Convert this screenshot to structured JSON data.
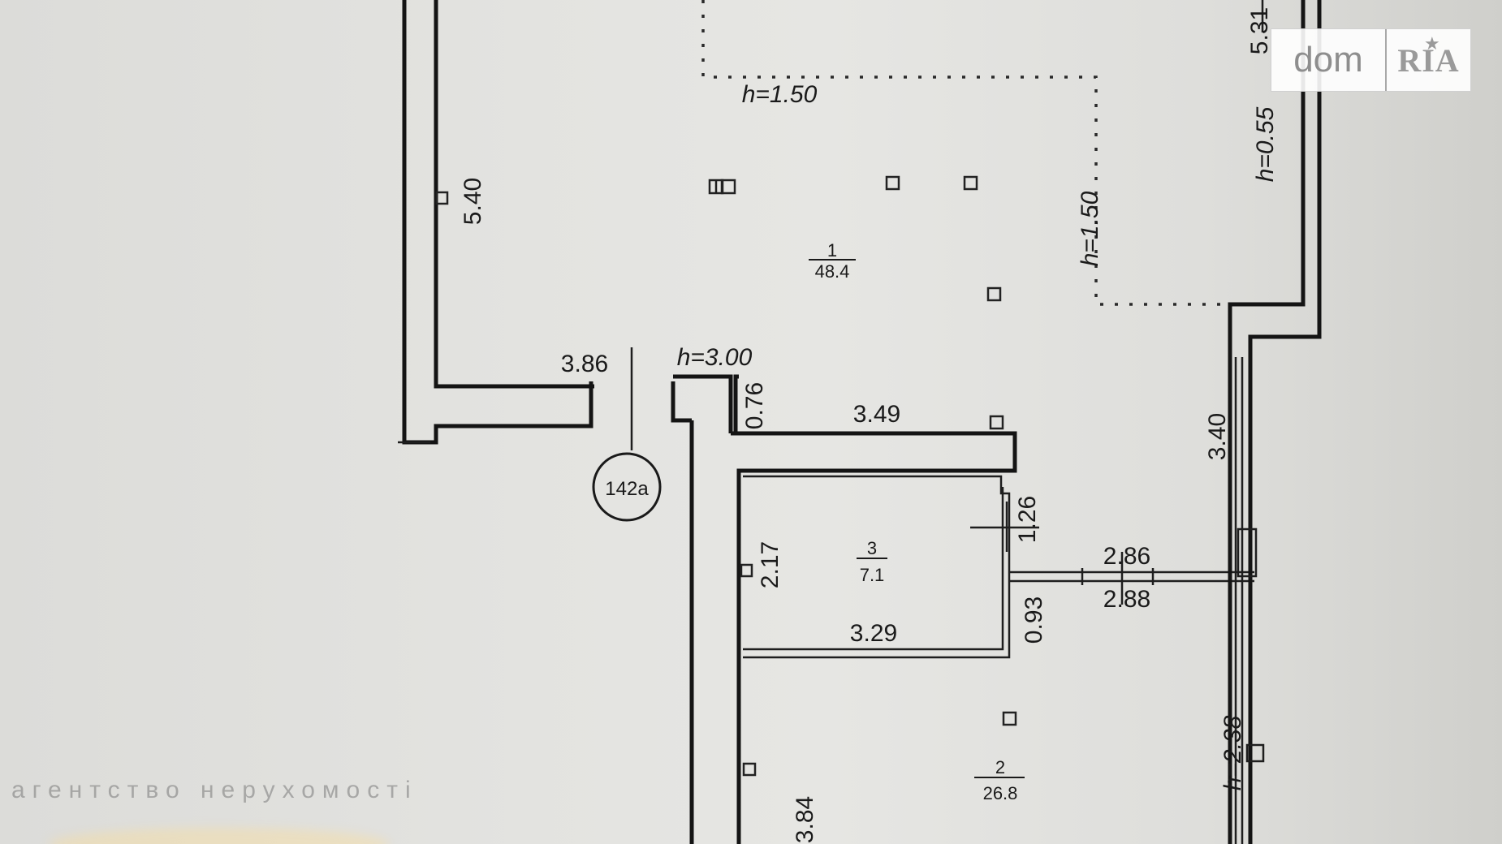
{
  "plan": {
    "circle_label": "142a",
    "rooms": [
      {
        "number": "1",
        "area": "48.4"
      },
      {
        "number": "2",
        "area": "26.8"
      },
      {
        "number": "3",
        "area": "7.1"
      }
    ],
    "dims": {
      "d_5_40": "5.40",
      "d_3_86": "3.86",
      "d_h_3_00": "h=3.00",
      "d_0_76": "0.76",
      "d_3_49": "3.49",
      "d_h_1_50_top": "h=1.50",
      "d_h_1_50_side": "h=1.50",
      "d_5_31": "5.31",
      "d_h_0_55": "h=0.55",
      "d_3_40": "3.40",
      "d_1_26": "1.26",
      "d_2_86": "2.86",
      "d_2_88": "2.88",
      "d_2_17": "2.17",
      "d_3_29": "3.29",
      "d_0_93": "0.93",
      "d_3_84": "3.84",
      "d_h_2_38": "h=2.38"
    }
  },
  "watermark": {
    "text": "агентство нерухомості"
  },
  "logo": {
    "left": "dom",
    "right": "RIA",
    "star": "★"
  }
}
